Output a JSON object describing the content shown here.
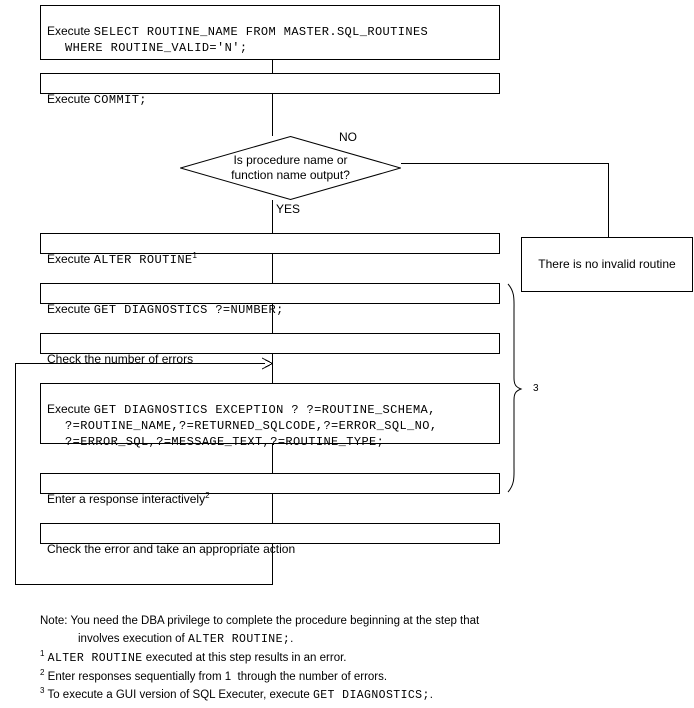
{
  "diagram": {
    "title": "SQL invalid routine recovery procedure flowchart",
    "stroke_color": "#000000",
    "background_color": "#ffffff",
    "nodes": {
      "step_select": {
        "kind": "process",
        "line1_plain": "Execute ",
        "line1_mono": "SELECT ROUTINE_NAME FROM MASTER.SQL_ROUTINES",
        "line2_mono": "WHERE ROUTINE_VALID='N';"
      },
      "step_commit": {
        "kind": "process",
        "plain": "Execute ",
        "mono": "COMMIT;"
      },
      "decision": {
        "kind": "decision",
        "line1": "Is procedure name or",
        "line2": "function name output?",
        "branch_no": "NO",
        "branch_yes": "YES"
      },
      "no_result": {
        "kind": "terminal",
        "text": "There is no invalid routine"
      },
      "step_alter": {
        "kind": "process",
        "plain": "Execute ",
        "mono": "ALTER ROUTINE",
        "footnote_marker": "1"
      },
      "step_get_diag_number": {
        "kind": "process",
        "plain": "Execute ",
        "mono": "GET DIAGNOSTICS ?=NUMBER;"
      },
      "step_check_count": {
        "kind": "process",
        "text": "Check the number of errors"
      },
      "step_get_diag_exception": {
        "kind": "process",
        "line1_plain": "Execute ",
        "line1_mono": "GET DIAGNOSTICS EXCEPTION ? ?=ROUTINE_SCHEMA,",
        "line2_mono": "?=ROUTINE_NAME,?=RETURNED_SQLCODE,?=ERROR_SQL_NO,",
        "line3_mono": "?=ERROR_SQL,?=MESSAGE_TEXT,?=ROUTINE_TYPE;"
      },
      "step_enter_response": {
        "kind": "process",
        "text": "Enter a response interactively",
        "footnote_marker": "2"
      },
      "step_check_error": {
        "kind": "process",
        "text": "Check the error and take an appropriate action"
      }
    },
    "brace_label": "3"
  },
  "notes": {
    "note_label": "Note: ",
    "note_line1": "You need the DBA privilege to complete the procedure beginning at the step that",
    "note_line2_pre": "involves execution of ",
    "note_line2_mono": "ALTER ROUTINE;",
    "note_line2_post": ".",
    "fn1_marker": "1",
    "fn1_mono": "ALTER ROUTINE",
    "fn1_text": " executed at this step results in an error.",
    "fn2_marker": "2",
    "fn2_text": "Enter responses sequentially from 1  through the number of errors.",
    "fn3_marker": "3",
    "fn3_pre": "To execute a GUI version of SQL Executer, execute ",
    "fn3_mono": "GET DIAGNOSTICS;",
    "fn3_post": "."
  }
}
